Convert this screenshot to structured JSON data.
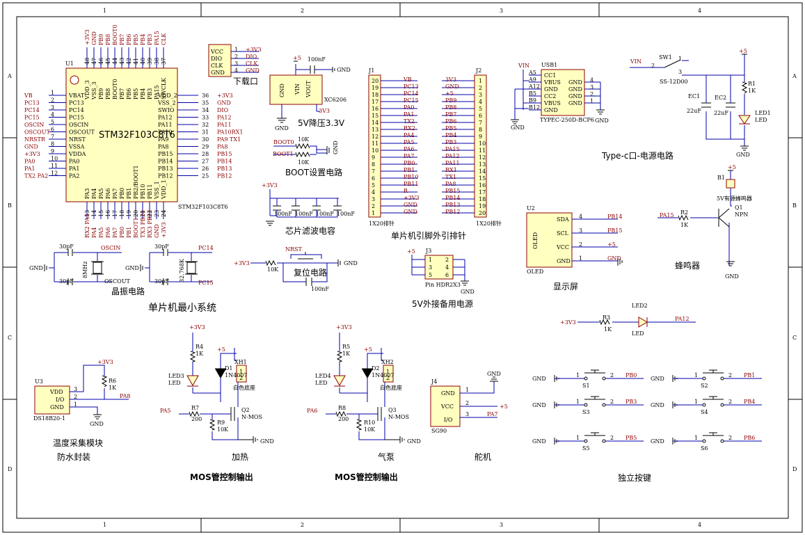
{
  "frame": {
    "cols": [
      "1",
      "2",
      "3",
      "4"
    ],
    "rows": [
      "A",
      "B",
      "C",
      "D"
    ]
  },
  "mcu": {
    "ref": "U1",
    "name": "STM32F103C8T6",
    "part": "STM32F103C8T6",
    "left": [
      {
        "n": "1",
        "p": "VBAT",
        "net": "VB"
      },
      {
        "n": "2",
        "p": "PC13",
        "net": "PC13"
      },
      {
        "n": "3",
        "p": "PC14",
        "net": "PC14"
      },
      {
        "n": "4",
        "p": "PC15",
        "net": "PC15"
      },
      {
        "n": "5",
        "p": "OSCIN",
        "net": "OSCIN"
      },
      {
        "n": "6",
        "p": "OSCOUT",
        "net": "OSCOUT"
      },
      {
        "n": "7",
        "p": "NRST",
        "net": "NRSTR"
      },
      {
        "n": "8",
        "p": "VSSA",
        "net": "GND"
      },
      {
        "n": "9",
        "p": "VDDA",
        "net": "+3V3"
      },
      {
        "n": "10",
        "p": "PA0",
        "net": "PA0"
      },
      {
        "n": "11",
        "p": "PA1",
        "net": "PA1"
      },
      {
        "n": "12",
        "p": "PA2",
        "net": "TX2 PA2"
      }
    ],
    "right": [
      {
        "n": "36",
        "p": "VDD_2",
        "net": "+3V3"
      },
      {
        "n": "35",
        "p": "VSS_2",
        "net": "GND"
      },
      {
        "n": "34",
        "p": "SWIO",
        "net": "DIO"
      },
      {
        "n": "33",
        "p": "PA12",
        "net": "PA12"
      },
      {
        "n": "32",
        "p": "PA11",
        "net": "PA11"
      },
      {
        "n": "31",
        "p": "PA10",
        "net": "PA10RX1"
      },
      {
        "n": "30",
        "p": "PA9",
        "net": "PA9 TX1"
      },
      {
        "n": "29",
        "p": "PA8",
        "net": "PA8"
      },
      {
        "n": "28",
        "p": "PB15",
        "net": "PB15"
      },
      {
        "n": "27",
        "p": "PB14",
        "net": "PB14"
      },
      {
        "n": "26",
        "p": "PB13",
        "net": "PB13"
      },
      {
        "n": "25",
        "p": "PB12",
        "net": "PB12"
      }
    ],
    "top": [
      {
        "n": "48",
        "p": "VDD_3",
        "net": "+3V3"
      },
      {
        "n": "47",
        "p": "VSS_3",
        "net": "GND"
      },
      {
        "n": "46",
        "p": "PB9",
        "net": "PB9"
      },
      {
        "n": "45",
        "p": "PB8",
        "net": "PB8"
      },
      {
        "n": "44",
        "p": "BOOT0",
        "net": "BOOT0"
      },
      {
        "n": "43",
        "p": "PB7",
        "net": "PB7"
      },
      {
        "n": "42",
        "p": "PB6",
        "net": "PB6"
      },
      {
        "n": "41",
        "p": "PB5",
        "net": "PB5"
      },
      {
        "n": "40",
        "p": "PB4",
        "net": "PB4"
      },
      {
        "n": "39",
        "p": "PB3",
        "net": "PB3"
      },
      {
        "n": "38",
        "p": "PA15",
        "net": "PA15"
      },
      {
        "n": "37",
        "p": "SWCLK",
        "net": "CLK"
      }
    ],
    "bottom": [
      {
        "n": "13",
        "p": "PA3",
        "net": "RX2 PA3"
      },
      {
        "n": "14",
        "p": "PA4",
        "net": "PA4"
      },
      {
        "n": "15",
        "p": "PA5",
        "net": "PA5"
      },
      {
        "n": "16",
        "p": "PA6",
        "net": "PA6"
      },
      {
        "n": "17",
        "p": "PA7",
        "net": "PA7"
      },
      {
        "n": "18",
        "p": "PB0",
        "net": "PB0"
      },
      {
        "n": "19",
        "p": "PB1",
        "net": "PB1"
      },
      {
        "n": "20",
        "p": "PB2/BOOT1",
        "net": "BOOT1"
      },
      {
        "n": "21",
        "p": "PB10",
        "net": "TX3 PB10"
      },
      {
        "n": "22",
        "p": "PB11",
        "net": "RX3 PB11"
      },
      {
        "n": "23",
        "p": "VSS_1",
        "net": "GND"
      },
      {
        "n": "24",
        "p": "VDD_1",
        "net": "+3V3"
      }
    ]
  },
  "crystal": {
    "c_top": "30pF",
    "c_bot": "30pF",
    "freq": "8MHz",
    "in": "OSCIN",
    "out": "OSCOUT",
    "gnd": "GND",
    "c2_top": "30pF",
    "c2_bot": "30pF",
    "freq2": "32.768K",
    "in2": "PC14",
    "out2": "PC15",
    "gnd2": "GND",
    "caption": "晶振电路"
  },
  "minsys_caption": "单片机最小系统",
  "download": {
    "pins": [
      "VCC",
      "DIO",
      "CLK",
      "GND"
    ],
    "nums": [
      "1",
      "2",
      "3",
      "4"
    ],
    "nets": [
      "+3V3",
      "DIO",
      "CLK",
      "GND"
    ],
    "caption": "下载口"
  },
  "ldo": {
    "p5": "+5",
    "cap": "100nF",
    "gnd_top": "GND",
    "vin": "VIN",
    "vout": "VOUT",
    "gndpin": "GND",
    "part": "XC6206",
    "out": "3V3",
    "gnd": "GND",
    "caption": "5V降压3.3V"
  },
  "boot": {
    "b0": "BOOT0",
    "b1": "BOOT1",
    "r1": "10K",
    "r2": "10K",
    "gnd": "GND",
    "caption": "BOOT设置电路"
  },
  "filter": {
    "vcc": "+3V3",
    "caps": [
      "100nF",
      "100nF",
      "100nF",
      "100nF"
    ],
    "caption": "芯片滤波电容"
  },
  "reset": {
    "vcc": "+3V3",
    "r": "10K",
    "net": "NRST",
    "cap": "100nF",
    "gnd": "GND",
    "caption": "复位电路"
  },
  "j1": {
    "ref": "J1",
    "part": "1X20排针",
    "nums": [
      "20",
      "19",
      "18",
      "17",
      "16",
      "15",
      "14",
      "13",
      "12",
      "11",
      "10",
      "9",
      "8",
      "7",
      "6",
      "5",
      "4",
      "3",
      "2",
      "1"
    ],
    "nets": [
      "VB",
      "PC13",
      "PC14",
      "PC15",
      "PA0",
      "PA1",
      "TX2",
      "RX2",
      "PA4",
      "PA5",
      "PA6",
      "PA7",
      "PB0",
      "PB1",
      "PB10",
      "PB11",
      "R",
      "+3V3",
      "GND",
      "GND"
    ]
  },
  "j2": {
    "ref": "J2",
    "part": "1X20排针",
    "nums": [
      "1",
      "2",
      "3",
      "4",
      "5",
      "6",
      "7",
      "8",
      "9",
      "10",
      "11",
      "12",
      "13",
      "14",
      "15",
      "16",
      "17",
      "18",
      "19",
      "20"
    ],
    "nets": [
      "3V3",
      "GND",
      "+5",
      "PB9",
      "PB8",
      "PB7",
      "PB6",
      "PB5",
      "PB4",
      "PB3",
      "PA15",
      "PA12",
      "PA11",
      "RX1",
      "TX1",
      "PA8",
      "PB15",
      "PB14",
      "PB13",
      "PB12"
    ]
  },
  "header_caption": "单片机引脚外引排针",
  "j3": {
    "ref": "J3",
    "p5": "+5",
    "pins": [
      "1",
      "2",
      "3",
      "4",
      "5",
      "6"
    ],
    "part": "Pin HDR2X3",
    "gnd": "GND",
    "caption": "5V外接备用电源"
  },
  "usb": {
    "ref": "USB1",
    "vin": "VIN",
    "part": "TYPEC-250D-BCP6",
    "lpins": [
      "A5",
      "A9",
      "A12",
      "B5",
      "B9",
      "B12"
    ],
    "lnames": [
      "CC1",
      "VBUS",
      "GND",
      "CC2",
      "VBUS",
      "GND"
    ],
    "rnames": [
      "GND",
      "GND",
      "GND",
      "GND"
    ],
    "rnums": [
      "4",
      "3",
      "2",
      "1"
    ],
    "gnd1": "GND",
    "gnd2": "GND"
  },
  "power": {
    "vin": "VIN",
    "sw": "SW1",
    "sw_part": "SS-12D00",
    "sw_pins": [
      "1",
      "2",
      "3"
    ],
    "p5": "+5",
    "ec1": "EC1",
    "ec1v": "22uF",
    "ec2": "EC2",
    "ec2v": "22uF",
    "r1": "R1",
    "r1v": "1K",
    "led": "LED1",
    "ledv": "LED",
    "gnd": "GND",
    "caption": "Type-c口-电源电路"
  },
  "buzzer": {
    "p5": "+5",
    "ref": "B1",
    "part": "5V有源蜂鸣器",
    "net": "PA15",
    "r": "R2",
    "rv": "1K",
    "q": "Q1",
    "qv": "NPN",
    "gnd": "GND",
    "caption": "蜂鸣器"
  },
  "oled": {
    "ref": "U2",
    "name": "OLED",
    "part": "OLED",
    "pins": [
      "SDA",
      "SCL",
      "VCC",
      "GND"
    ],
    "nums": [
      "4",
      "3",
      "2",
      "1"
    ],
    "nets": [
      "PB14",
      "PB15",
      "+5",
      "GND"
    ],
    "caption": "显示屏"
  },
  "led2": {
    "vcc": "+3V3",
    "r": "R3",
    "rv": "1K",
    "ref": "LED2",
    "v": "LED",
    "net": "PA12"
  },
  "ds18b20": {
    "ref": "U3",
    "part": "DS18B20-1",
    "pins": [
      "VDD",
      "I/O",
      "GND"
    ],
    "nums": [
      "3",
      "2",
      "1"
    ],
    "vcc": "+3V3",
    "r": "R6",
    "rv": "1K",
    "net": "PA8",
    "gnd": "GND",
    "caption1": "温度采集模块",
    "caption2": "防水封装"
  },
  "heat": {
    "vcc": "+3V3",
    "r4": "R4",
    "r4v": "1K",
    "led": "LED3",
    "ledv": "LED",
    "p5": "+5",
    "d": "D1",
    "dv": "1N4007",
    "xh": "XH1",
    "xhp": [
      "1",
      "2"
    ],
    "xhv": "白色底座",
    "net": "PA5",
    "r7": "R7",
    "r7v": "200",
    "r9": "R9",
    "r9v": "10K",
    "q": "Q2",
    "qv": "N-MOS",
    "gnd": "GND",
    "caption": "加热",
    "caption2": "MOS管控制输出"
  },
  "pump": {
    "vcc": "+3V3",
    "r4": "R5",
    "r4v": "1K",
    "led": "LED4",
    "ledv": "LED",
    "p5": "+5",
    "d": "D2",
    "dv": "1N4007",
    "xh": "XH2",
    "xhp": [
      "1",
      "2"
    ],
    "xhv": "白色底座",
    "net": "PA6",
    "r7": "R8",
    "r7v": "200",
    "r9": "R10",
    "r9v": "10K",
    "q": "Q3",
    "qv": "N-MOS",
    "gnd": "GND",
    "caption": "气泵",
    "caption2": "MOS管控制输出"
  },
  "servo": {
    "ref": "J4",
    "part": "SG90",
    "pins": [
      "GND",
      "VCC",
      "I/O"
    ],
    "nums": [
      "1",
      "2",
      "3"
    ],
    "gnd": "GND",
    "p5": "+5",
    "net": "PA7",
    "caption": "舵机"
  },
  "keys": {
    "items": [
      {
        "s": "S1",
        "net": "PB0"
      },
      {
        "s": "S2",
        "net": "PB1"
      },
      {
        "s": "S3",
        "net": "PB3"
      },
      {
        "s": "S4",
        "net": "PB4"
      },
      {
        "s": "S5",
        "net": "PB5"
      },
      {
        "s": "S6",
        "net": "PB6"
      }
    ],
    "gnd": "GND",
    "p1": "1",
    "p2": "2",
    "caption": "独立按键"
  }
}
